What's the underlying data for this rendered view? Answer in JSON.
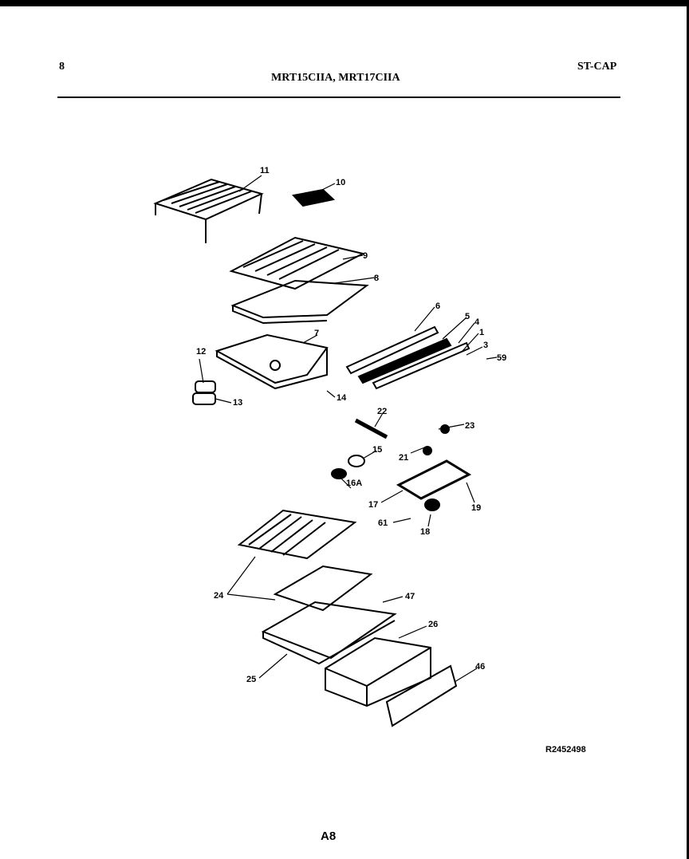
{
  "header": {
    "page_number": "8",
    "models": "MRT15CIIA, MRT17CIIA",
    "section": "ST-CAP"
  },
  "diagram": {
    "part_labels": [
      "11",
      "10",
      "9",
      "8",
      "6",
      "5",
      "4",
      "1",
      "3",
      "59",
      "7",
      "12",
      "13",
      "14",
      "22",
      "23",
      "15",
      "21",
      "16A",
      "17",
      "19",
      "61",
      "18",
      "24",
      "47",
      "26",
      "25",
      "46"
    ],
    "reference_code": "R2452498"
  },
  "footer": {
    "page_code": "A8"
  }
}
